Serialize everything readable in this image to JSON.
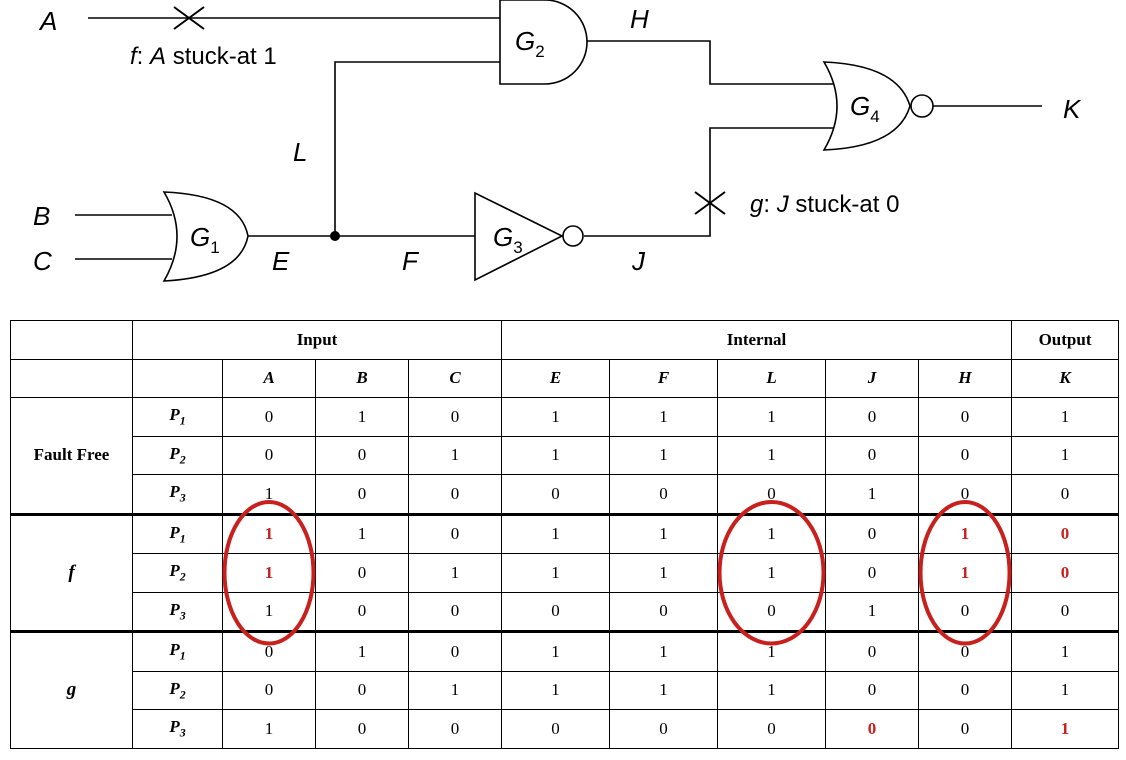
{
  "diagram": {
    "signals": {
      "A": "A",
      "B": "B",
      "C": "C",
      "E": "E",
      "F": "F",
      "H": "H",
      "J": "J",
      "K": "K",
      "L": "L"
    },
    "gates": {
      "g1": {
        "letter": "G",
        "sub": "1"
      },
      "g2": {
        "letter": "G",
        "sub": "2"
      },
      "g3": {
        "letter": "G",
        "sub": "3"
      },
      "g4": {
        "letter": "G",
        "sub": "4"
      }
    },
    "fault_f": {
      "name": "f",
      "sep": ": ",
      "signal": "A",
      "text": " stuck-at 1"
    },
    "fault_g": {
      "name": "g",
      "sep": ": ",
      "signal": "J",
      "text": " stuck-at 0"
    }
  },
  "table": {
    "group_headers": {
      "input": "Input",
      "internal": "Internal",
      "output": "Output"
    },
    "columns": [
      "A",
      "B",
      "C",
      "E",
      "F",
      "L",
      "J",
      "H",
      "K"
    ],
    "patterns": [
      {
        "letter": "P",
        "sub": "1"
      },
      {
        "letter": "P",
        "sub": "2"
      },
      {
        "letter": "P",
        "sub": "3"
      }
    ],
    "groups": [
      {
        "label": "Fault Free",
        "rows": [
          [
            "0",
            "1",
            "0",
            "1",
            "1",
            "1",
            "0",
            "0",
            "1"
          ],
          [
            "0",
            "0",
            "1",
            "1",
            "1",
            "1",
            "0",
            "0",
            "1"
          ],
          [
            "1",
            "0",
            "0",
            "0",
            "0",
            "0",
            "1",
            "0",
            "0"
          ]
        ]
      },
      {
        "label": "f",
        "rows": [
          [
            "1",
            "1",
            "0",
            "1",
            "1",
            "1",
            "0",
            "1",
            "0"
          ],
          [
            "1",
            "0",
            "1",
            "1",
            "1",
            "1",
            "0",
            "1",
            "0"
          ],
          [
            "1",
            "0",
            "0",
            "0",
            "0",
            "0",
            "1",
            "0",
            "0"
          ]
        ]
      },
      {
        "label": "g",
        "rows": [
          [
            "0",
            "1",
            "0",
            "1",
            "1",
            "1",
            "0",
            "0",
            "1"
          ],
          [
            "0",
            "0",
            "1",
            "1",
            "1",
            "1",
            "0",
            "0",
            "1"
          ],
          [
            "1",
            "0",
            "0",
            "0",
            "0",
            "0",
            "0",
            "0",
            "1"
          ]
        ]
      }
    ],
    "highlighted_cells": [
      {
        "group": 1,
        "row": 0,
        "col": 0
      },
      {
        "group": 1,
        "row": 1,
        "col": 0
      },
      {
        "group": 1,
        "row": 0,
        "col": 7
      },
      {
        "group": 1,
        "row": 1,
        "col": 7
      },
      {
        "group": 1,
        "row": 0,
        "col": 8
      },
      {
        "group": 1,
        "row": 1,
        "col": 8
      },
      {
        "group": 2,
        "row": 2,
        "col": 6
      },
      {
        "group": 2,
        "row": 2,
        "col": 8
      }
    ],
    "circled_columns": [
      {
        "group": 1,
        "col": 0
      },
      {
        "group": 1,
        "col": 5
      },
      {
        "group": 1,
        "col": 7
      }
    ],
    "highlight_color": "#c8201c"
  }
}
